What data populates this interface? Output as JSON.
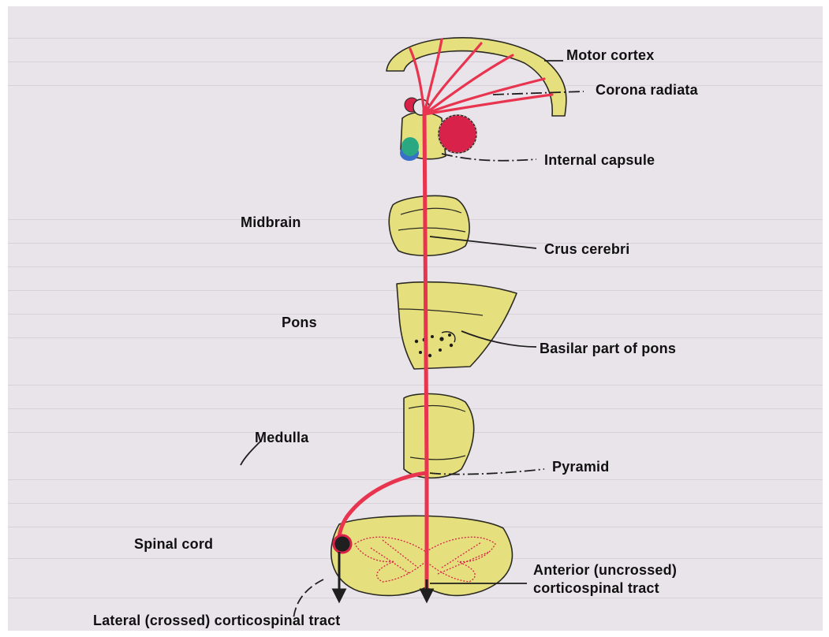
{
  "labels": {
    "motor_cortex": "Motor cortex",
    "corona_radiata": "Corona radiata",
    "internal_capsule": "Internal capsule",
    "midbrain": "Midbrain",
    "crus_cerebri": "Crus cerebri",
    "pons": "Pons",
    "basilar_part_of_pons": "Basilar part of pons",
    "medulla": "Medulla",
    "pyramid": "Pyramid",
    "spinal_cord": "Spinal cord",
    "anterior_line1": "Anterior (uncrossed)",
    "anterior_line2": "corticospinal tract",
    "lateral_tract": "Lateral (crossed) corticospinal tract"
  },
  "colors": {
    "page": "#e9e3ea",
    "structure_fill": "#e6df7e",
    "tract": "#e8344f",
    "outline": "#2a2a22",
    "nucleus_red": "#d8224a",
    "nucleus_green": "#2aa882",
    "nucleus_blue": "#3a6fc8"
  }
}
